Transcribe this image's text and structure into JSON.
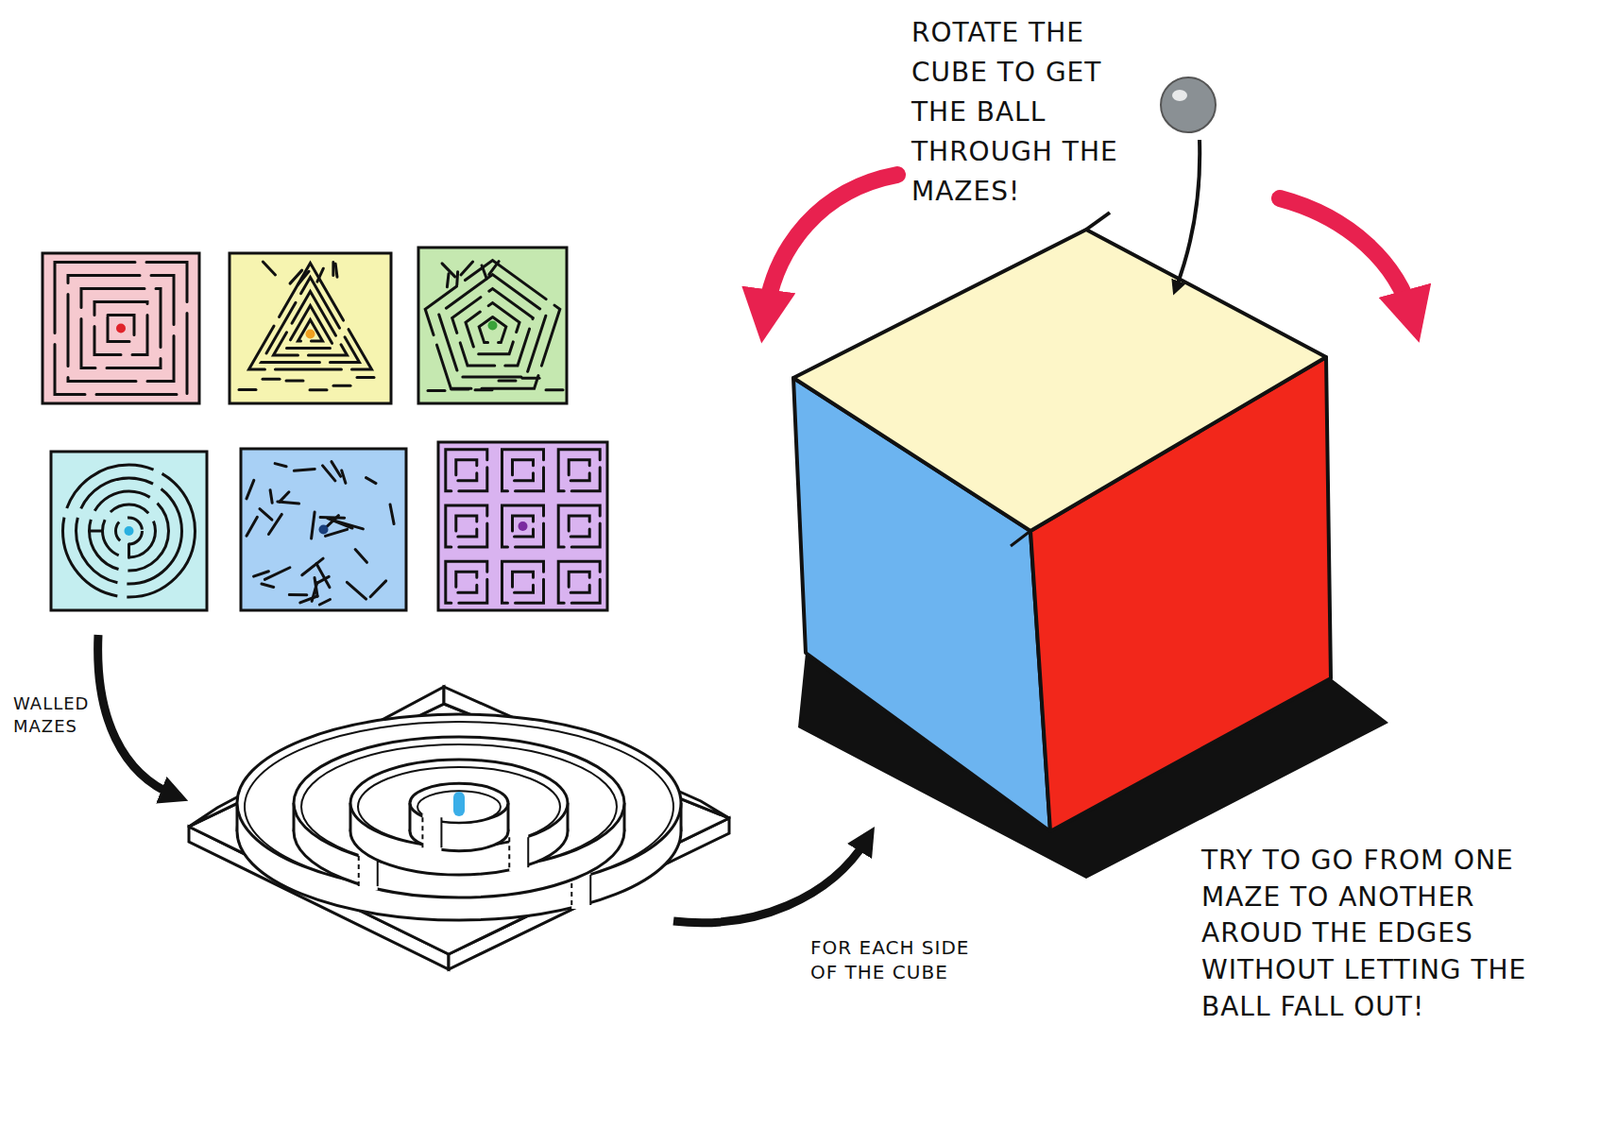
{
  "diagram": {
    "labels": [
      "ROTATE THE CUBE TO GET THE BALL THROUGH THE MAZES!",
      "WALLED MAZES",
      "FOR EACH SIDE OF THE CUBE",
      "TRY TO GO FROM ONE MAZE TO ANOTHER AROUD THE EDGES WITHOUT LETTING THE BALL FALL OUT!"
    ]
  }
}
